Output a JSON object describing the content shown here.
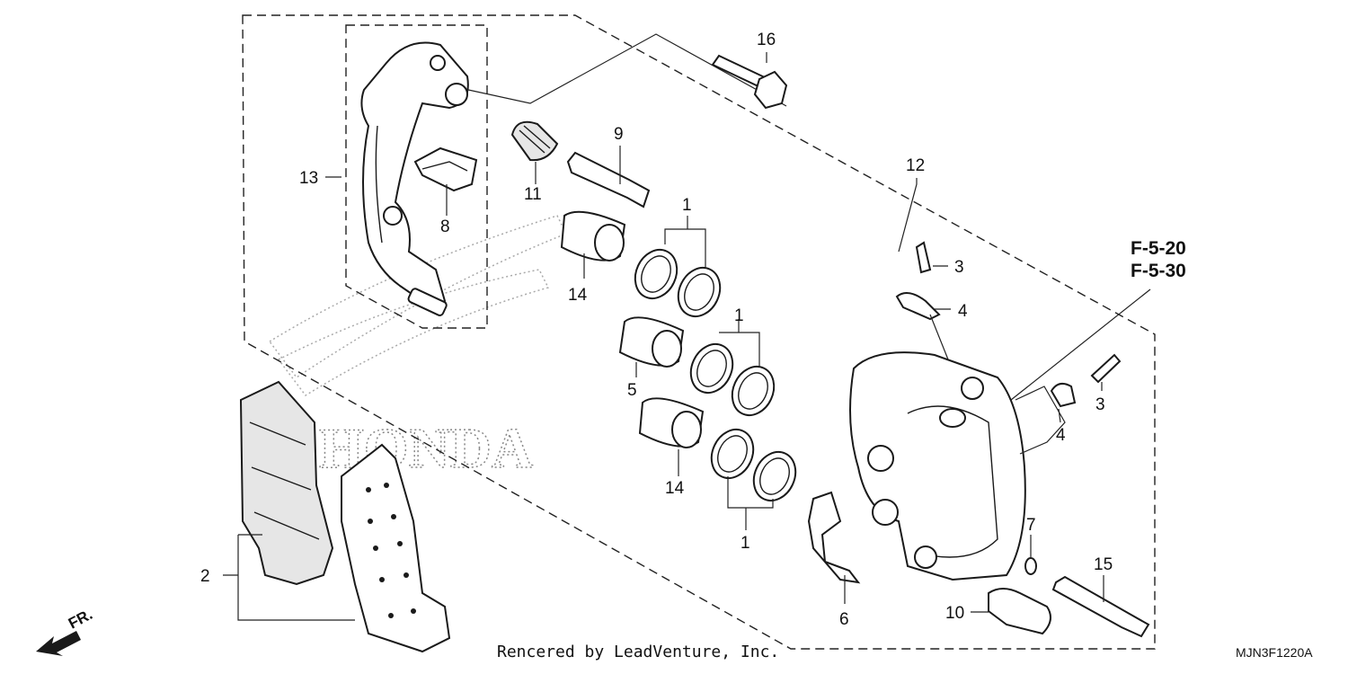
{
  "callouts": [
    "1",
    "1",
    "1",
    "2",
    "3",
    "3",
    "4",
    "4",
    "5",
    "6",
    "7",
    "8",
    "9",
    "10",
    "11",
    "12",
    "13",
    "14",
    "14",
    "15",
    "16"
  ],
  "reference_lines": [
    "F-5-20",
    "F-5-30"
  ],
  "watermark_text": "HONDA",
  "front_indicator": "FR.",
  "credit": "Rencered by LeadVenture, Inc.",
  "diagram_code": "MJN3F1220A"
}
